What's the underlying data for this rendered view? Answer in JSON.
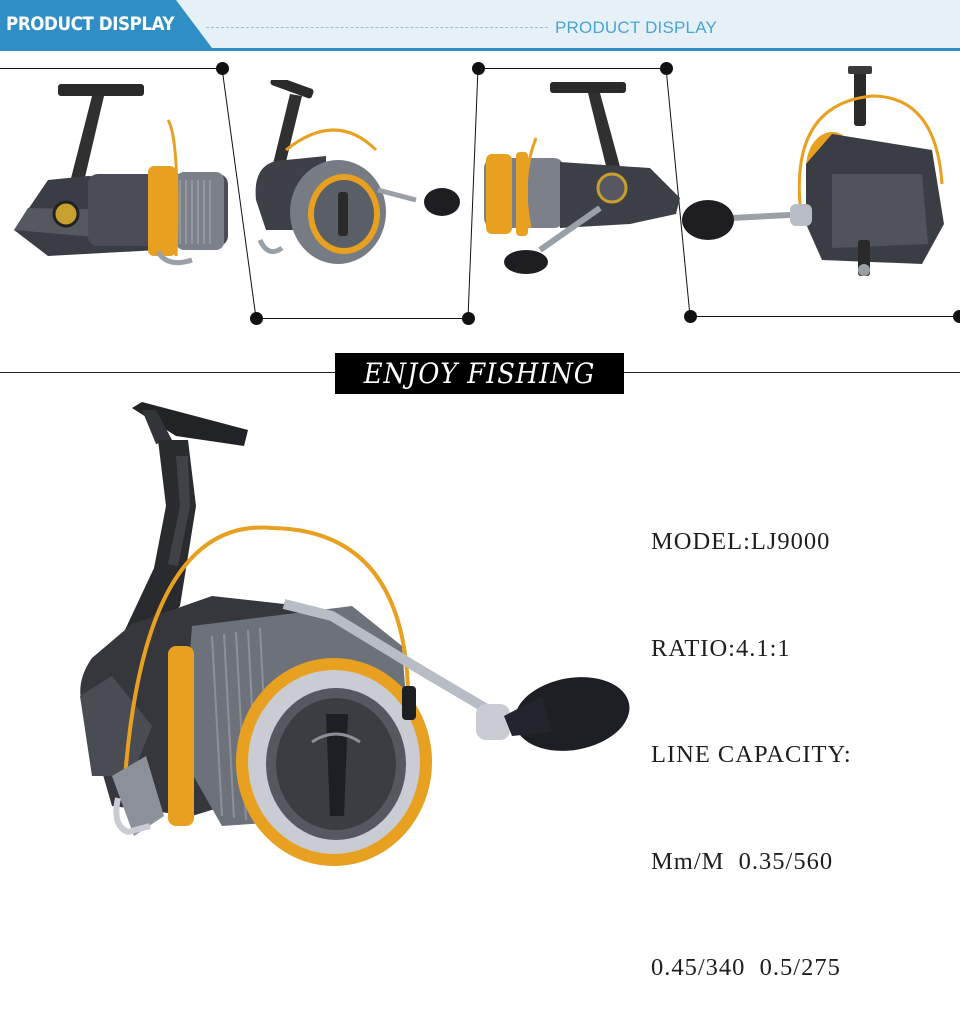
{
  "header": {
    "tab_label": "PRODUCT DISPLAY",
    "right_label": "PRODUCT DISPLAY",
    "accent_color": "#2f8fc4"
  },
  "gallery": {
    "items": [
      {
        "icon": "fishing-reel-side-view-image"
      },
      {
        "icon": "fishing-reel-spool-front-image"
      },
      {
        "icon": "fishing-reel-handle-side-image"
      },
      {
        "icon": "fishing-reel-rear-view-image"
      }
    ]
  },
  "banner": {
    "text": "ENJOY FISHING"
  },
  "product": {
    "image_icon": "fishing-reel-main-image"
  },
  "specs": {
    "model": "MODEL:LJ9000",
    "ratio": "RATIO:4.1:1",
    "line_capacity": "LINE CAPACITY:",
    "capacity_row1": "Mm/M  0.35/560",
    "capacity_row2": "0.45/340  0.5/275"
  }
}
